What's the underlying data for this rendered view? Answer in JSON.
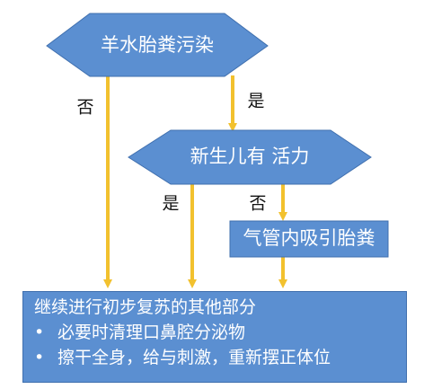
{
  "nodes": {
    "meconium_stain": "羊水胎粪污染",
    "newborn_vigor": "新生儿有 活力",
    "tracheal_suction": "气管内吸引胎粪"
  },
  "edge_labels": {
    "no_left": "否",
    "yes_top": "是",
    "yes_middle": "是",
    "no_right": "否"
  },
  "result": {
    "heading": "继续进行初步复苏的其他部分",
    "bullet_symbol": "•",
    "items": [
      "必要时清理口鼻腔分泌物",
      "擦干全身，给与刺激，重新摆正体位"
    ]
  },
  "colors": {
    "node_fill": "#5b8fd1",
    "node_border": "#3f6fae",
    "connector": "#f2c12e",
    "connector_edge": "#c99a12",
    "text_light": "#ffffff",
    "text_dark": "#111111"
  }
}
